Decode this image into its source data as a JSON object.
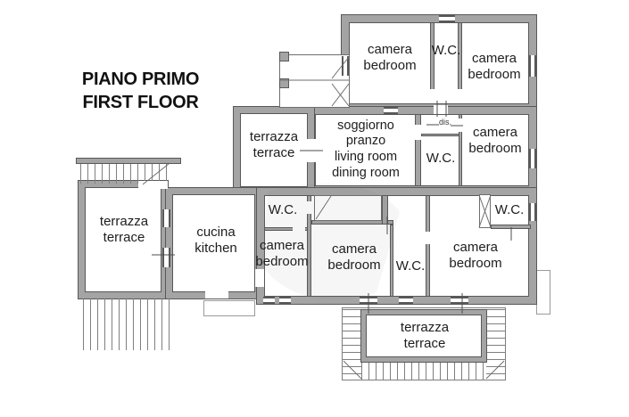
{
  "title": {
    "line1": "PIANO PRIMO",
    "line2": "FIRST FLOOR"
  },
  "rooms": {
    "bedroom_top_left": {
      "it": "camera",
      "en": "bedroom"
    },
    "wc_top": {
      "label": "W.C."
    },
    "bedroom_top_right": {
      "it": "camera",
      "en": "bedroom"
    },
    "terrace_upper": {
      "it": "terrazza",
      "en": "terrace"
    },
    "living_dining": {
      "l1": "soggiorno",
      "l2": "pranzo",
      "l3": "living room",
      "l4": "dining room"
    },
    "dis": {
      "label": "dis."
    },
    "wc_middle": {
      "label": "W.C."
    },
    "bedroom_middle_right": {
      "it": "camera",
      "en": "bedroom"
    },
    "terrace_left": {
      "it": "terrazza",
      "en": "terrace"
    },
    "kitchen": {
      "it": "cucina",
      "en": "kitchen"
    },
    "wc_bottom_left": {
      "label": "W.C."
    },
    "bedroom_bottom_left": {
      "it": "camera",
      "en": "bedroom"
    },
    "bedroom_bottom_center": {
      "it": "camera",
      "en": "bedroom"
    },
    "wc_bottom_center": {
      "label": "W.C."
    },
    "bedroom_bottom_right": {
      "it": "camera",
      "en": "bedroom"
    },
    "wc_bottom_far_right": {
      "label": "W.C."
    },
    "terrace_bottom": {
      "it": "terrazza",
      "en": "terrace"
    }
  },
  "colors": {
    "wall_fill": "#a4a4a4",
    "wall_edge": "#585858",
    "hatch_line": "#7f7f7f",
    "text": "#1d1d1d",
    "background": "#ffffff"
  }
}
